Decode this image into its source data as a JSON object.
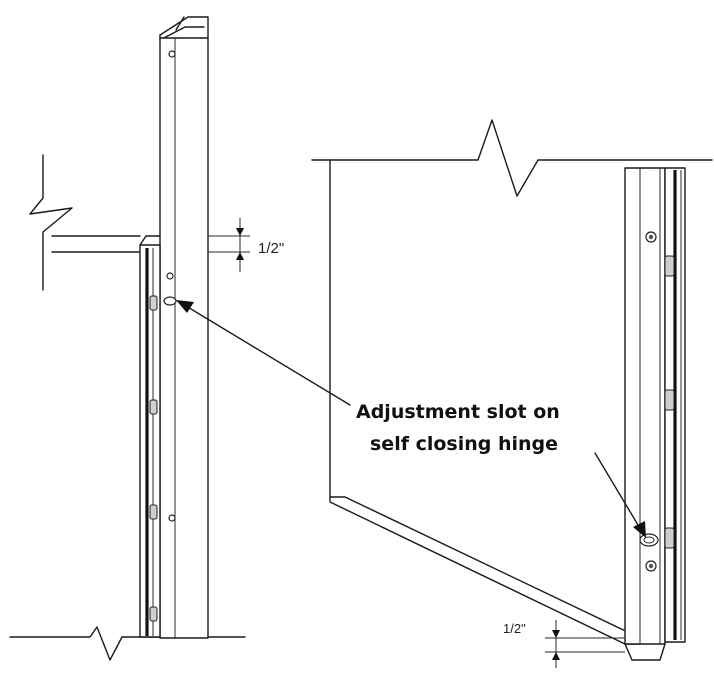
{
  "dimensions": {
    "left_gap": "1/2\"",
    "right_gap": "1/2\""
  },
  "callout": {
    "line1": "Adjustment slot on",
    "line2": "self closing hinge"
  },
  "colors": {
    "line": "#1a1a1a",
    "background": "#ffffff",
    "hinge_shade": "#cfcfcf"
  }
}
